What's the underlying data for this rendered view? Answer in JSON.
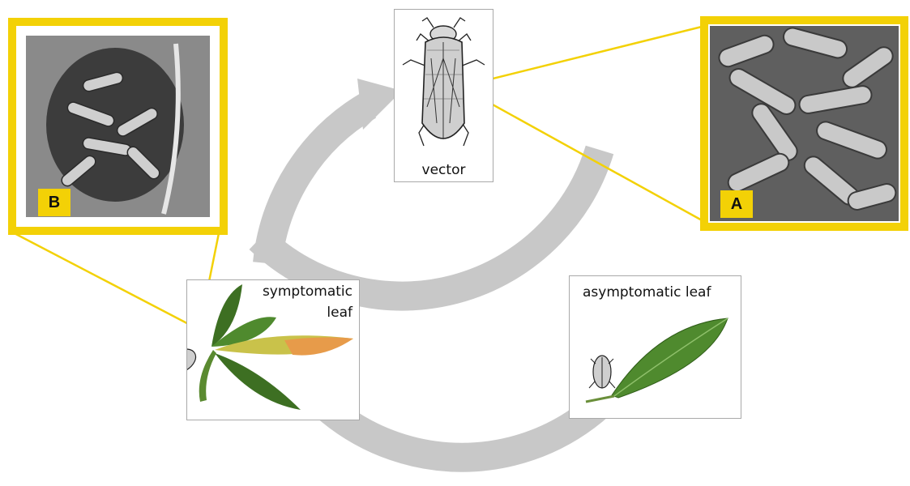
{
  "colors": {
    "highlight": "#f3d106",
    "cycle_arrow": "#c8c8c8",
    "card_border": "#a9a9a9",
    "leaf_green": "#4f8a2e",
    "leaf_yellow": "#c9c24a",
    "leaf_orange": "#e79b4a"
  },
  "nodes": {
    "vector": {
      "label": "vector",
      "icon": "leafhopper-insect-icon"
    },
    "asymptomatic": {
      "label": "asymptomatic leaf",
      "icon": "healthy-leaf-icon"
    },
    "symptomatic": {
      "label_line1": "symptomatic",
      "label_line2": "leaf",
      "icon": "scorched-leaf-branch-icon"
    }
  },
  "panels": {
    "a": {
      "tag": "A",
      "icon": "rod-bacteria-micrograph-icon"
    },
    "b": {
      "tag": "B",
      "icon": "xylem-vessel-micrograph-icon"
    }
  }
}
